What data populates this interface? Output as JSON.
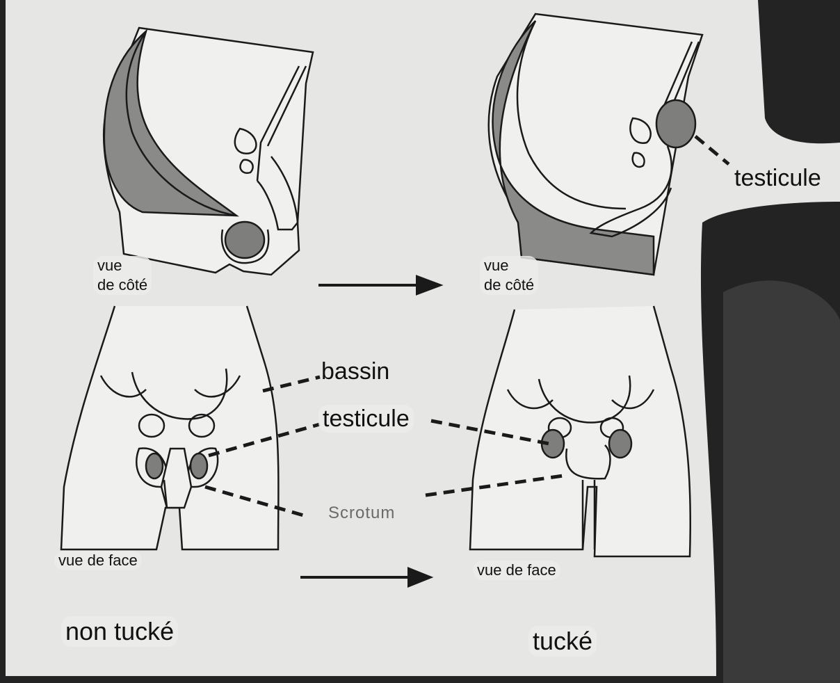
{
  "labels": {
    "side_view_left": [
      "vue",
      "de côté"
    ],
    "side_view_right": [
      "vue",
      "de côté"
    ],
    "front_view_left": "vue de face",
    "front_view_right": "vue de face",
    "bassin": "bassin",
    "testicule_mid": "testicule",
    "testicule_top": "testicule",
    "scrotum": "Scrotum",
    "non_tucke": "non tucké",
    "tucke": "tucké"
  },
  "colors": {
    "paper": "#e6e6e4",
    "line": "#1a1a1a",
    "shaded": "#8a8a88",
    "dark_bg": "#1e1e1e"
  }
}
